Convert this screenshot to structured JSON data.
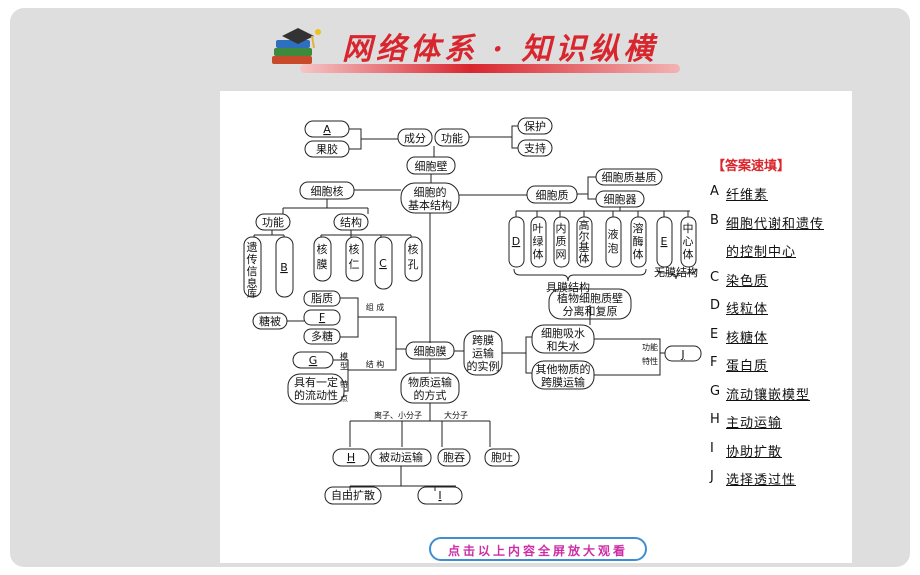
{
  "slide": {
    "title": "网络体系 · 知识纵横",
    "call_to_action": "点击以上内容全屏放大观看"
  },
  "diagram": {
    "top": {
      "blankA": "A",
      "pectin": "果胶",
      "components": "成分",
      "function": "功能",
      "protect": "保护",
      "support": "支持",
      "cell_wall": "细胞壁"
    },
    "core": {
      "basic_structure_1": "细胞的",
      "basic_structure_2": "基本结构",
      "nucleus": "细胞核",
      "cytoplasm": "细胞质",
      "cytosol": "细胞质基质",
      "organelles": "细胞器",
      "membrane": "细胞膜"
    },
    "nucleus_branch": {
      "function": "功能",
      "structure": "结构",
      "genetic_1": "遗",
      "genetic_2": "传",
      "genetic_3": "信",
      "genetic_4": "息",
      "genetic_5": "库",
      "blankB": "B",
      "nm_1": "核",
      "nm_2": "膜",
      "nu_1": "核",
      "nu_2": "仁",
      "blankC": "C",
      "np_1": "核",
      "np_2": "孔"
    },
    "organelles": {
      "blankD": "D",
      "chl_1": "叶",
      "chl_2": "绿",
      "chl_3": "体",
      "er_1": "内",
      "er_2": "质",
      "er_3": "网",
      "golgi_1": "高",
      "golgi_2": "尔",
      "golgi_3": "基",
      "golgi_4": "体",
      "vac_1": "液",
      "vac_2": "泡",
      "lys_1": "溶",
      "lys_2": "酶",
      "lys_3": "体",
      "blankE": "E",
      "cen_1": "中",
      "cen_2": "心",
      "cen_3": "体",
      "membranous": "具膜结构",
      "non_membranous": "无膜结构"
    },
    "membrane_branch": {
      "lipid": "脂质",
      "blankF": "F",
      "polysaccharide": "多糖",
      "glycocalyx": "糖被",
      "composition": "组 成",
      "blankG": "G",
      "model_1": "模",
      "model_2": "型",
      "structure": "结 构",
      "feature_1": "特",
      "feature_2": "点",
      "fluidity_1": "具有一定",
      "fluidity_2": "的流动性"
    },
    "transmembrane": {
      "example_1": "跨膜",
      "example_2": "运输",
      "example_3": "的实例",
      "plasmolysis_1": "植物细胞质壁",
      "plasmolysis_2": "分离和复原",
      "water_1": "细胞吸水",
      "water_2": "和失水",
      "other_1": "其他物质的",
      "other_2": "跨膜运输",
      "function_label": "功能",
      "property_label": "特性",
      "blankJ": "J"
    },
    "transport": {
      "mode_1": "物质运输",
      "mode_2": "的方式",
      "small": "离子、小分子",
      "large": "大分子",
      "blankH": "H",
      "passive": "被动运输",
      "endocytosis": "胞吞",
      "exocytosis": "胞吐",
      "free_diffusion": "自由扩散",
      "blankI": "I"
    }
  },
  "answers": {
    "heading": "【答案速填】",
    "items": [
      {
        "letter": "A",
        "text": "纤维素",
        "cont": ""
      },
      {
        "letter": "B",
        "text": "细胞代谢和遗传",
        "cont": "的控制中心"
      },
      {
        "letter": "C",
        "text": "染色质",
        "cont": ""
      },
      {
        "letter": "D",
        "text": "线粒体",
        "cont": ""
      },
      {
        "letter": "E",
        "text": "核糖体",
        "cont": ""
      },
      {
        "letter": "F",
        "text": "蛋白质",
        "cont": ""
      },
      {
        "letter": "G",
        "text": "流动镶嵌模型",
        "cont": ""
      },
      {
        "letter": "H",
        "text": "主动运输",
        "cont": ""
      },
      {
        "letter": "I",
        "text": "协助扩散",
        "cont": ""
      },
      {
        "letter": "J",
        "text": "选择透过性",
        "cont": ""
      }
    ]
  },
  "colors": {
    "title": "#d8262e",
    "answer_heading": "#d8262e",
    "cta_text": "#cc2ea5",
    "cta_border": "#3e8fd2"
  }
}
